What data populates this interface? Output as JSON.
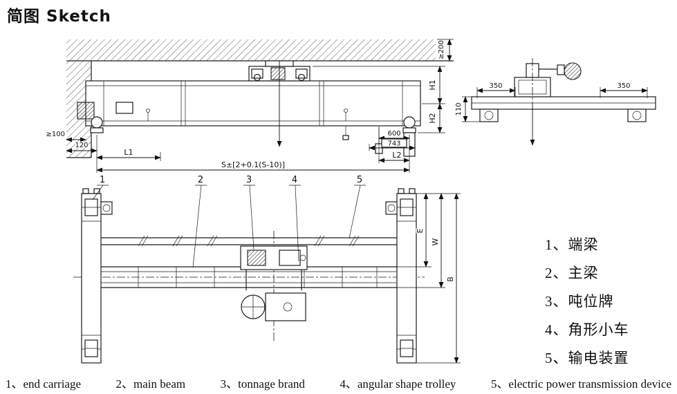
{
  "page": {
    "title": "简图 Sketch"
  },
  "elevation": {
    "dims": {
      "clearance_top": "≥200",
      "h1": "H1",
      "h2": "H2",
      "clearance_left": "≥100",
      "rail_offset": "120",
      "l1": "L1",
      "l2": "L2",
      "d600": "600",
      "d743": "743",
      "span": "S±[2+0.1(S-10)]"
    }
  },
  "end_view": {
    "dims": {
      "left_350": "350",
      "right_350": "350",
      "d110": "110"
    }
  },
  "plan": {
    "callouts": [
      "1",
      "2",
      "3",
      "4",
      "5"
    ],
    "dims": {
      "e": "E",
      "w": "W",
      "b": "B"
    }
  },
  "legend": {
    "items": [
      "1、端梁",
      "2、主梁",
      "3、吨位牌",
      "4、角形小车",
      "5、输电装置"
    ]
  },
  "caption": {
    "items": [
      "1、end carriage",
      "2、main beam",
      "3、tonnage brand",
      "4、angular shape trolley",
      "5、electric power transmission device"
    ]
  }
}
